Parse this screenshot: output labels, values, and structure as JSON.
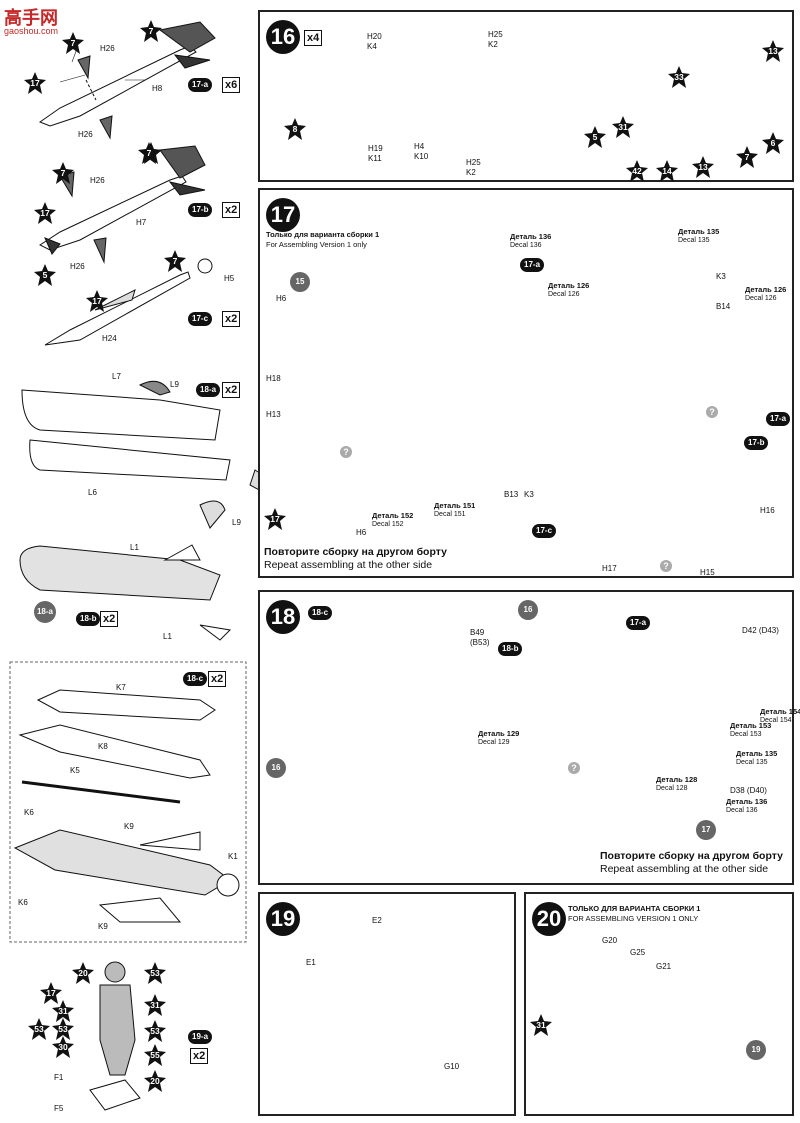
{
  "watermark": {
    "site_cn": "高手网",
    "site_url": "gaoshou.com"
  },
  "left_column": {
    "m17a": {
      "ref": "17-a",
      "mult": "x6",
      "parts": [
        "H26",
        "H8",
        "H26"
      ],
      "stars": [
        "7",
        "7",
        "17",
        "7"
      ]
    },
    "m17b": {
      "ref": "17-b",
      "mult": "x2",
      "parts": [
        "H26",
        "H7",
        "H26"
      ],
      "stars": [
        "7",
        "7",
        "17",
        "5"
      ]
    },
    "m17c": {
      "ref": "17-c",
      "mult": "x2",
      "parts": [
        "H5",
        "H24"
      ],
      "stars": [
        "7",
        "17"
      ]
    },
    "m18a": {
      "ref": "18-a",
      "mult": "x2",
      "parts": [
        "L7",
        "L9",
        "L6",
        "L9"
      ]
    },
    "m18b": {
      "ref": "18-b",
      "mult": "x2",
      "sub": "18-a",
      "parts": [
        "L1",
        "L1"
      ]
    },
    "m18c": {
      "ref": "18-c",
      "mult": "x2",
      "parts": [
        "K7",
        "K8",
        "K5",
        "K6",
        "K9",
        "K1",
        "K6",
        "K9"
      ]
    },
    "m19a": {
      "ref": "19-a",
      "mult": "x2",
      "parts": [
        "F1",
        "F5"
      ],
      "stars": [
        "20",
        "53",
        "17",
        "31",
        "31",
        "53",
        "53",
        "53",
        "30",
        "55",
        "20"
      ]
    }
  },
  "step16": {
    "num": "16",
    "mult": "x4",
    "parts": [
      "H20",
      "K4",
      "H25",
      "K2",
      "H19",
      "K11",
      "H4",
      "K10",
      "H25",
      "K2"
    ],
    "stars": [
      "8",
      "13",
      "33",
      "6",
      "7",
      "5",
      "31",
      "42",
      "14",
      "13"
    ]
  },
  "step17": {
    "num": "17",
    "note_ru": "Только для варианта сборки 1",
    "note_en": "For Assembling Version 1 only",
    "decals": [
      {
        "ru": "Деталь 136",
        "en": "Decal 136"
      },
      {
        "ru": "Деталь 135",
        "en": "Decal 135"
      },
      {
        "ru": "Деталь 126",
        "en": "Decal 126"
      },
      {
        "ru": "Деталь 126",
        "en": "Decal 126"
      },
      {
        "ru": "Деталь 152",
        "en": "Decal 152"
      },
      {
        "ru": "Деталь 151",
        "en": "Decal 151"
      }
    ],
    "parts": [
      "H6",
      "H18",
      "H13",
      "H6",
      "K3",
      "B14",
      "B13",
      "K3",
      "H16",
      "H17",
      "H15"
    ],
    "refs": [
      "17-a",
      "17-a",
      "17-b",
      "17-c"
    ],
    "circles": [
      "15"
    ],
    "stars": [
      "17"
    ],
    "repeat_ru": "Повторите сборку на другом борту",
    "repeat_en": "Repeat assembling at the other side"
  },
  "step18": {
    "num": "18",
    "parts": [
      "B49",
      "(B53)",
      "D42 (D43)",
      "D38 (D40)"
    ],
    "refs": [
      "18-c",
      "18-b",
      "17-a"
    ],
    "circles": [
      "16",
      "16",
      "17"
    ],
    "decals": [
      {
        "ru": "Деталь 154",
        "en": "Decal 154"
      },
      {
        "ru": "Деталь 153",
        "en": "Decal 153"
      },
      {
        "ru": "Деталь 129",
        "en": "Decal 129"
      },
      {
        "ru": "Деталь 135",
        "en": "Decal 135"
      },
      {
        "ru": "Деталь 128",
        "en": "Decal 128"
      },
      {
        "ru": "Деталь 136",
        "en": "Decal 136"
      }
    ],
    "repeat_ru": "Повторите сборку на другом борту",
    "repeat_en": "Repeat assembling at the other side"
  },
  "step19": {
    "num": "19",
    "parts": [
      "E2",
      "E1",
      "G10"
    ]
  },
  "step20": {
    "num": "20",
    "note_ru": "ТОЛЬКО ДЛЯ ВАРИАНТА СБОРКИ 1",
    "note_en": "FOR ASSEMBLING VERSION 1 ONLY",
    "parts": [
      "G20",
      "G25",
      "G21"
    ],
    "stars": [
      "31"
    ],
    "circles": [
      "19"
    ]
  },
  "colors": {
    "ink": "#111111",
    "grey": "#777777",
    "light": "#cccccc"
  }
}
